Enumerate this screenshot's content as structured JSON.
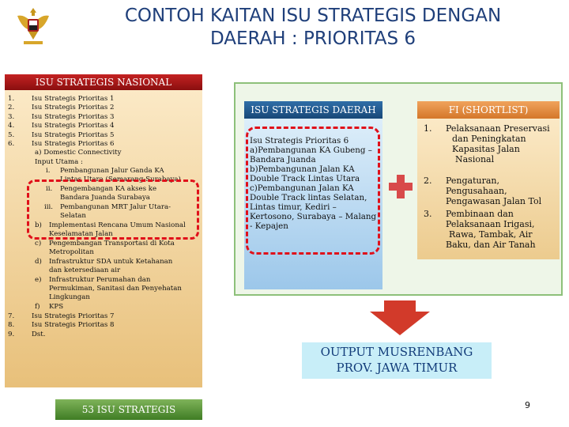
{
  "title": {
    "line1": "CONTOH KAITAN ISU STRATEGIS DENGAN",
    "line2": "DAERAH : PRIORITAS 6"
  },
  "nasional": {
    "header": "ISU STRATEGIS NASIONAL",
    "items": [
      {
        "num": "1.",
        "text": "Isu Strategis Prioritas 1"
      },
      {
        "num": "2.",
        "text": "Isu Strategis Prioritas 2"
      },
      {
        "num": "3.",
        "text": "Isu Strategis Prioritas 3"
      },
      {
        "num": "4.",
        "text": "Isu Strategis Prioritas 4"
      },
      {
        "num": "5.",
        "text": "Isu Strategis Prioritas 5"
      },
      {
        "num": "6.",
        "text": "Isu Strategis Prioritas 6"
      }
    ],
    "sub_a": "a) Domestic Connectivity",
    "input_utama": "Input Utama :",
    "roman": [
      {
        "num": "i.",
        "l1": "Pembangunan Jalur Ganda KA",
        "l2": "Lintas Utara (Semarang-Surabaya)"
      },
      {
        "num": "ii.",
        "l1": "Pengembangan KA akses ke",
        "l2": "Bandara Juanda Surabaya"
      },
      {
        "num": "iii.",
        "l1": "Pembangunan MRT Jalur Utara-",
        "l2": "Selatan"
      }
    ],
    "subs": [
      {
        "letter": "b)",
        "l1": "Implementasi Rencana Umum Nasional",
        "l2": "Keselamatan Jalan"
      },
      {
        "letter": "c)",
        "l1": "Pengembangan Transportasi di Kota",
        "l2": "Metropolitan"
      },
      {
        "letter": "d)",
        "l1": "Infrastruktur SDA untuk Ketahanan",
        "l2": "dan ketersediaan air"
      },
      {
        "letter": "e)",
        "l1": "Infrastruktur Perumahan dan",
        "l2": "Permukiman, Sanitasi dan Penyehatan",
        "l3": "Lingkungan"
      },
      {
        "letter": "f)",
        "l1": "KPS"
      }
    ],
    "tail": [
      {
        "num": "7.",
        "text": "Isu Strategis Prioritas 7"
      },
      {
        "num": "8.",
        "text": "Isu Strategis Prioritas 8"
      },
      {
        "num": "9.",
        "text": "Dst."
      }
    ],
    "footer": "53 ISU STRATEGIS"
  },
  "daerah": {
    "header": "ISU STRATEGIS DAERAH",
    "lines": [
      "Isu Strategis Prioritas 6",
      "a)Pembangunan KA Gubeng –",
      "Bandara Juanda",
      "b)Pembangunan Jalan KA",
      "Double Track Lintas Utara",
      "c)Pembangunan Jalan KA",
      "Double Track lintas Selatan,",
      "Lintas timur, Kediri –",
      "Kertosono, Surabaya – Malang",
      "- Kepajen"
    ]
  },
  "fi": {
    "header": "FI (SHORTLIST)",
    "items": [
      {
        "num": "1.",
        "lines": [
          "Pelaksanaan Preservasi",
          "dan Peningkatan",
          "Kapasitas Jalan",
          "Nasional"
        ]
      },
      {
        "num": "2.",
        "lines": [
          "Pengaturan,",
          "Pengusahaan,",
          "Pengawasan Jalan Tol"
        ]
      },
      {
        "num": "3.",
        "lines": [
          "Pembinaan dan",
          "Pelaksanaan Irigasi,",
          "Rawa, Tambak, Air",
          "Baku, dan Air Tanah"
        ]
      }
    ]
  },
  "output": {
    "line1": "OUTPUT MUSRENBANG",
    "line2": "PROV. JAWA TIMUR"
  },
  "page_number": "9",
  "colors": {
    "title": "#1f3f7a",
    "red_header": "#a81a1a",
    "blue_header": "#245d93",
    "orange_header": "#e58c40",
    "green_bar": "#5c9a3a",
    "dash_red": "#e0101a",
    "output_bg": "#c8eef8"
  },
  "icons": {
    "logo": "garuda-emblem-icon",
    "plus": "plus-icon",
    "arrow": "down-arrow-icon"
  }
}
